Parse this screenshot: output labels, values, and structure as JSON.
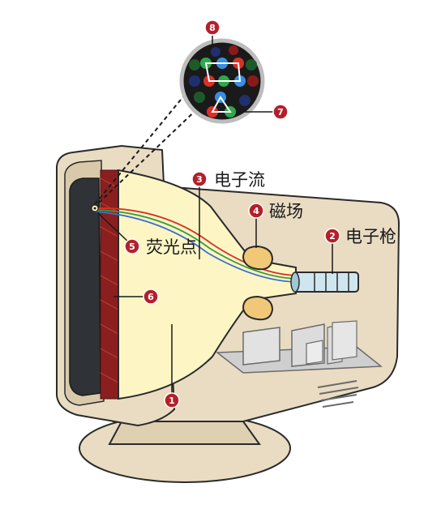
{
  "labels": {
    "stream": "电子流",
    "magnet": "磁场",
    "gun": "电子枪",
    "phosphor": "荧光点"
  },
  "markers": {
    "m1": "1",
    "m2": "2",
    "m3": "3",
    "m4": "4",
    "m5": "5",
    "m6": "6",
    "m7": "7",
    "m8": "8"
  },
  "colors": {
    "casing": "#e9dcc2",
    "casing_stroke": "#2a2a2a",
    "tube_glass": "#fdf6c4",
    "screen_dark": "#2f3338",
    "phosphor_layer": "#8b1f1f",
    "marker_red": "#b3202a",
    "magnet_coil": "#f0c878",
    "gun_blue": "#cfe6ee"
  }
}
